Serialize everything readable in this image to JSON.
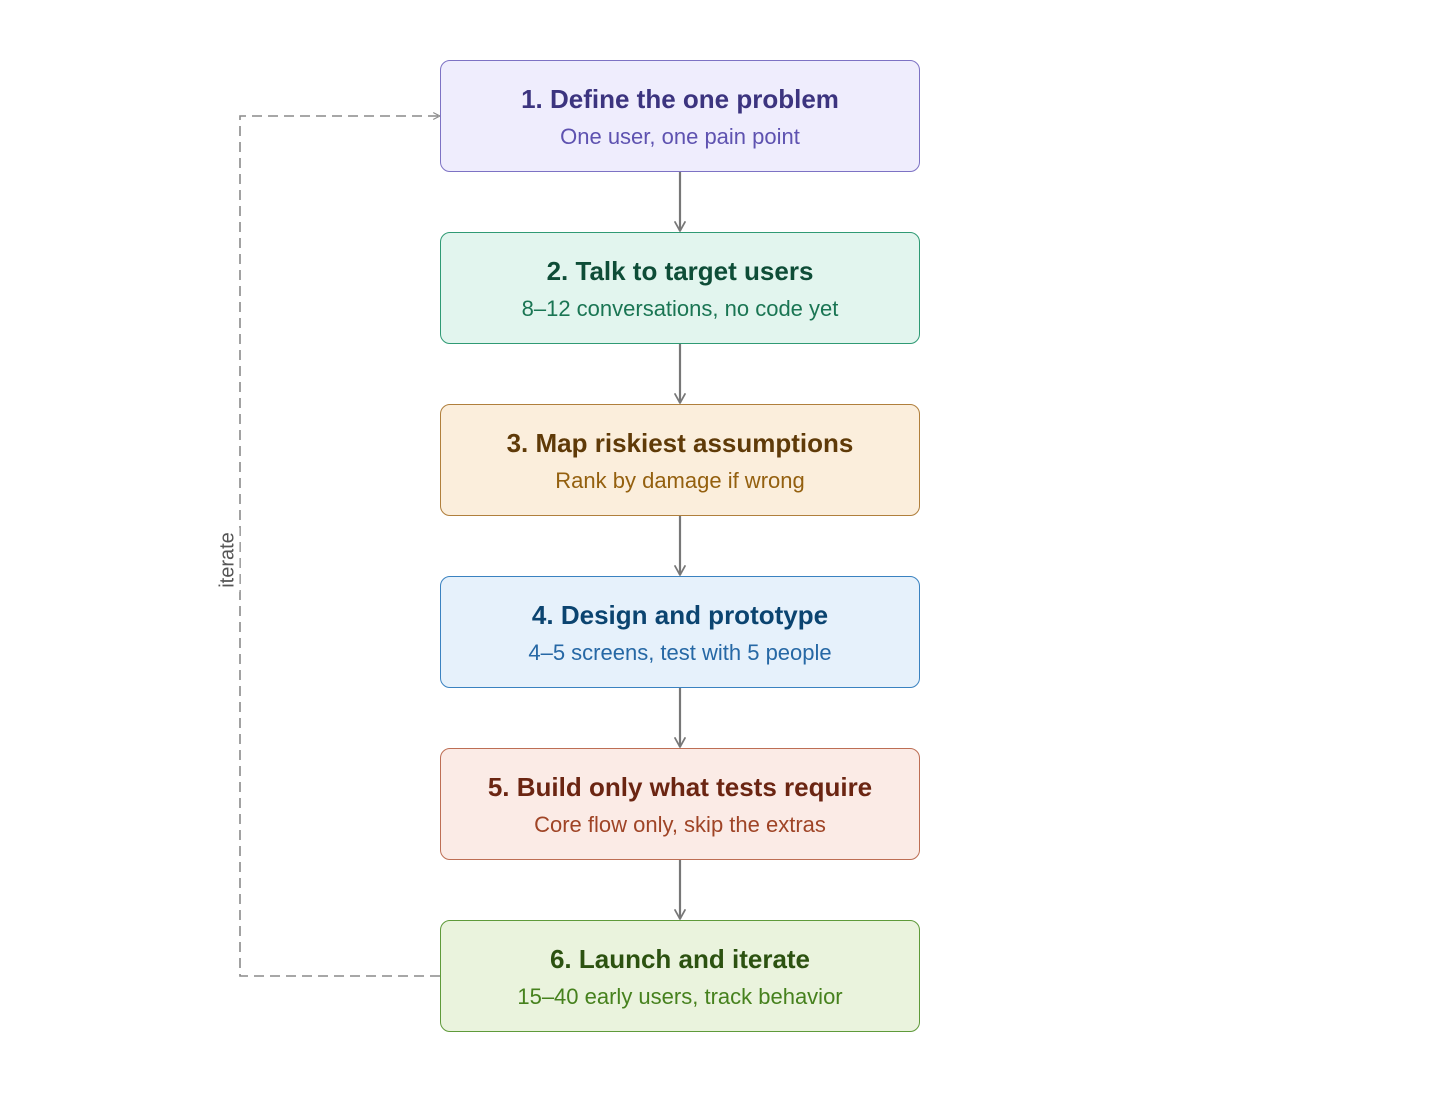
{
  "steps": [
    {
      "title": "1. Define the one problem",
      "subtitle": "One user, one pain point",
      "colors": {
        "fill": "#efedfd",
        "border": "#7d72c4",
        "title": "#3c347f",
        "subtitle": "#5e52b0"
      }
    },
    {
      "title": "2. Talk to target users",
      "subtitle": "8–12 conversations, no code yet",
      "colors": {
        "fill": "#e2f5ee",
        "border": "#2f9a74",
        "title": "#0e4d37",
        "subtitle": "#1a7553"
      }
    },
    {
      "title": "3. Map riskiest assumptions",
      "subtitle": "Rank by damage if wrong",
      "colors": {
        "fill": "#fbeedc",
        "border": "#b07f3c",
        "title": "#5f3a08",
        "subtitle": "#94600f"
      }
    },
    {
      "title": "4. Design and prototype",
      "subtitle": "4–5 screens, test with 5 people",
      "colors": {
        "fill": "#e6f1fb",
        "border": "#3a82c0",
        "title": "#0b4470",
        "subtitle": "#2668a5"
      }
    },
    {
      "title": "5. Build only what tests require",
      "subtitle": "Core flow only, skip the extras",
      "colors": {
        "fill": "#fbebe6",
        "border": "#bd6e54",
        "title": "#6b2512",
        "subtitle": "#9f4426"
      }
    },
    {
      "title": "6. Launch and iterate",
      "subtitle": "15–40 early users, track behavior",
      "colors": {
        "fill": "#eaf3dd",
        "border": "#5f9a3a",
        "title": "#2c5210",
        "subtitle": "#46811d"
      }
    }
  ],
  "loop": {
    "label": "iterate",
    "from": "6. Launch and iterate",
    "to": "1. Define the one problem"
  },
  "colors": {
    "arrow": "#777777",
    "loop_line": "#8a8a8a",
    "background": "#ffffff"
  }
}
